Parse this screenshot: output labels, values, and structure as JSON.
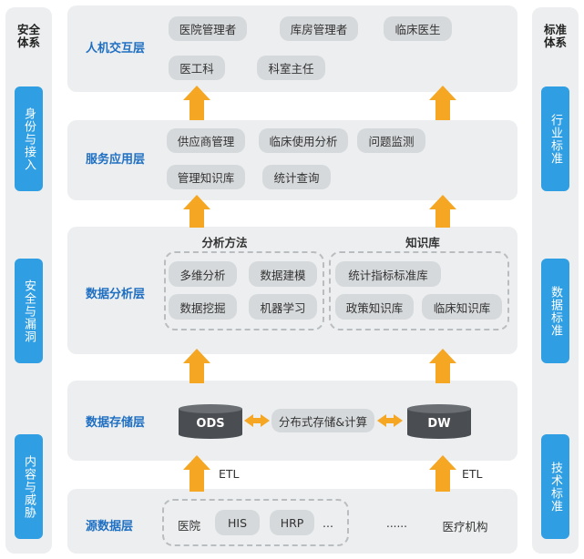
{
  "left_sidebar": {
    "title": "安全\n体系",
    "items": [
      "身份与接入",
      "安全与漏洞",
      "内容与威胁"
    ]
  },
  "right_sidebar": {
    "title": "标准\n体系",
    "items": [
      "行业标准",
      "数据标准",
      "技术标准"
    ]
  },
  "layers": {
    "interaction": {
      "label": "人机交互层",
      "chips": [
        "医院管理者",
        "库房管理者",
        "临床医生",
        "医工科",
        "科室主任"
      ]
    },
    "service": {
      "label": "服务应用层",
      "chips": [
        "供应商管理",
        "临床使用分析",
        "问题监测",
        "管理知识库",
        "统计查询"
      ]
    },
    "analysis": {
      "label": "数据分析层",
      "methods": {
        "title": "分析方法",
        "chips": [
          "多维分析",
          "数据建模",
          "数据挖掘",
          "机器学习"
        ]
      },
      "knowledge": {
        "title": "知识库",
        "chips": [
          "统计指标标准库",
          "政策知识库",
          "临床知识库"
        ]
      }
    },
    "storage": {
      "label": "数据存储层",
      "ods": "ODS",
      "middle": "分布式存储&计算",
      "dw": "DW"
    },
    "source": {
      "label": "源数据层",
      "hospital": "医院",
      "chips": [
        "HIS",
        "HRP"
      ],
      "ellipsis": "...",
      "db1": "......",
      "db2": "医疗机构"
    }
  },
  "etl_labels": [
    "ETL",
    "ETL"
  ],
  "colors": {
    "accent_blue": "#2f9ee3",
    "arrow_orange": "#f5a623",
    "panel_gray": "#eceeef",
    "chip_gray": "#d6d9db",
    "cylinder_dark": "#4a4d52"
  }
}
